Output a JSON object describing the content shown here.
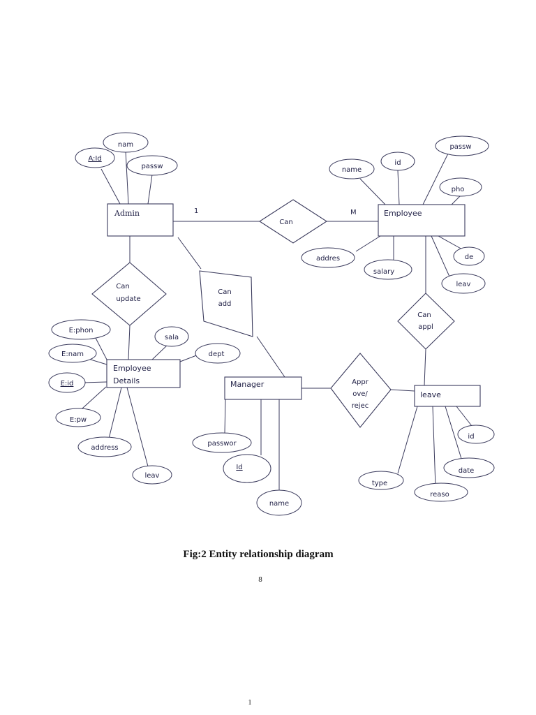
{
  "admin": {
    "entity": "Admin",
    "attributes": {
      "id": "A:Id",
      "name": "nam",
      "password": "passw"
    }
  },
  "employee": {
    "entity": "Employee",
    "attributes": {
      "name": "name",
      "id": "id",
      "password": "passw",
      "phone": "pho",
      "address": "addres",
      "salary": "salary",
      "dept": "de",
      "leave": "leav"
    }
  },
  "employee_details": {
    "entity_line1": "Employee",
    "entity_line2": "Details",
    "attributes": {
      "phone": "E:phon",
      "name": "E:nam",
      "id": "E:id",
      "password": "E:pw",
      "address": "address",
      "leave": "leav",
      "salary": "sala",
      "dept": "dept"
    }
  },
  "manager": {
    "entity": "Manager",
    "attributes": {
      "password": "passwor",
      "id": "Id",
      "name": "name"
    }
  },
  "leave": {
    "entity": "leave",
    "attributes": {
      "id": "id",
      "date": "date",
      "reason": "reaso",
      "type": "type"
    }
  },
  "relationships": {
    "can": "Can",
    "can_update_line1": "Can",
    "can_update_line2": "update",
    "can_add_line1": "Can",
    "can_add_line2": "add",
    "can_apply_line1": "Can",
    "can_apply_line2": "appl",
    "approve_line1": "Appr",
    "approve_line2": "ove/",
    "approve_line3": "rejec"
  },
  "cardinality": {
    "one": "1",
    "many": "M"
  },
  "caption": "Fig:2 Entity relationship diagram",
  "page_numbers": {
    "section": "8",
    "footer": "1"
  }
}
